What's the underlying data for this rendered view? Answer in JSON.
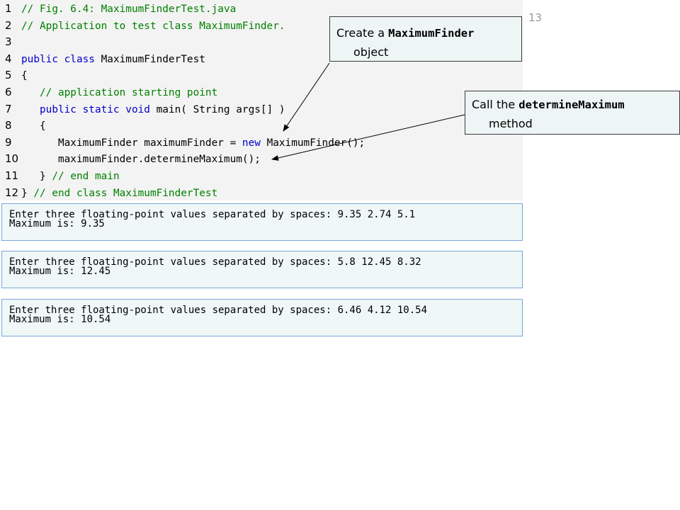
{
  "slide_number": "13",
  "code_lines": [
    {
      "num": "1",
      "tokens": [
        {
          "t": "// Fig. 6.4: MaximumFinderTest.java",
          "c": "cm"
        }
      ]
    },
    {
      "num": "2",
      "tokens": [
        {
          "t": "// Application to test class MaximumFinder.",
          "c": "cm"
        }
      ]
    },
    {
      "num": "3",
      "tokens": []
    },
    {
      "num": "4",
      "tokens": [
        {
          "t": "public class",
          "c": "kw"
        },
        {
          "t": " MaximumFinderTest",
          "c": ""
        }
      ]
    },
    {
      "num": "5",
      "tokens": [
        {
          "t": "{",
          "c": ""
        }
      ]
    },
    {
      "num": "6",
      "tokens": [
        {
          "t": "   // application starting point",
          "c": "cm"
        }
      ]
    },
    {
      "num": "7",
      "tokens": [
        {
          "t": "   public static void",
          "c": "kw"
        },
        {
          "t": " main( String args[] )",
          "c": ""
        }
      ]
    },
    {
      "num": "8",
      "tokens": [
        {
          "t": "   {",
          "c": ""
        }
      ]
    },
    {
      "num": "9",
      "tokens": [
        {
          "t": "      MaximumFinder maximumFinder = ",
          "c": ""
        },
        {
          "t": "new",
          "c": "kw"
        },
        {
          "t": " MaximumFinder();",
          "c": ""
        }
      ]
    },
    {
      "num": "10",
      "tokens": [
        {
          "t": "      maximumFinder.determineMaximum();",
          "c": ""
        }
      ]
    },
    {
      "num": "11",
      "tokens": [
        {
          "t": "   } ",
          "c": ""
        },
        {
          "t": "// end main",
          "c": "cm"
        }
      ]
    },
    {
      "num": "12",
      "tokens": [
        {
          "t": "} ",
          "c": ""
        },
        {
          "t": "// end class MaximumFinderTest",
          "c": "cm"
        }
      ]
    }
  ],
  "callouts": {
    "create": {
      "pre": "Create a ",
      "code": "MaximumFinder",
      "line2": "object"
    },
    "call": {
      "pre": "Call the ",
      "code": "determineMaximum",
      "line2": "method"
    }
  },
  "outputs": [
    {
      "line1": "Enter three floating-point values separated by spaces: 9.35 2.74 5.1",
      "line2": "Maximum is: 9.35"
    },
    {
      "line1": "Enter three floating-point values separated by spaces: 5.8 12.45 8.32",
      "line2": "Maximum is: 12.45"
    },
    {
      "line1": "Enter three floating-point values separated by spaces: 6.46 4.12 10.54",
      "line2": "Maximum is: 10.54"
    }
  ]
}
